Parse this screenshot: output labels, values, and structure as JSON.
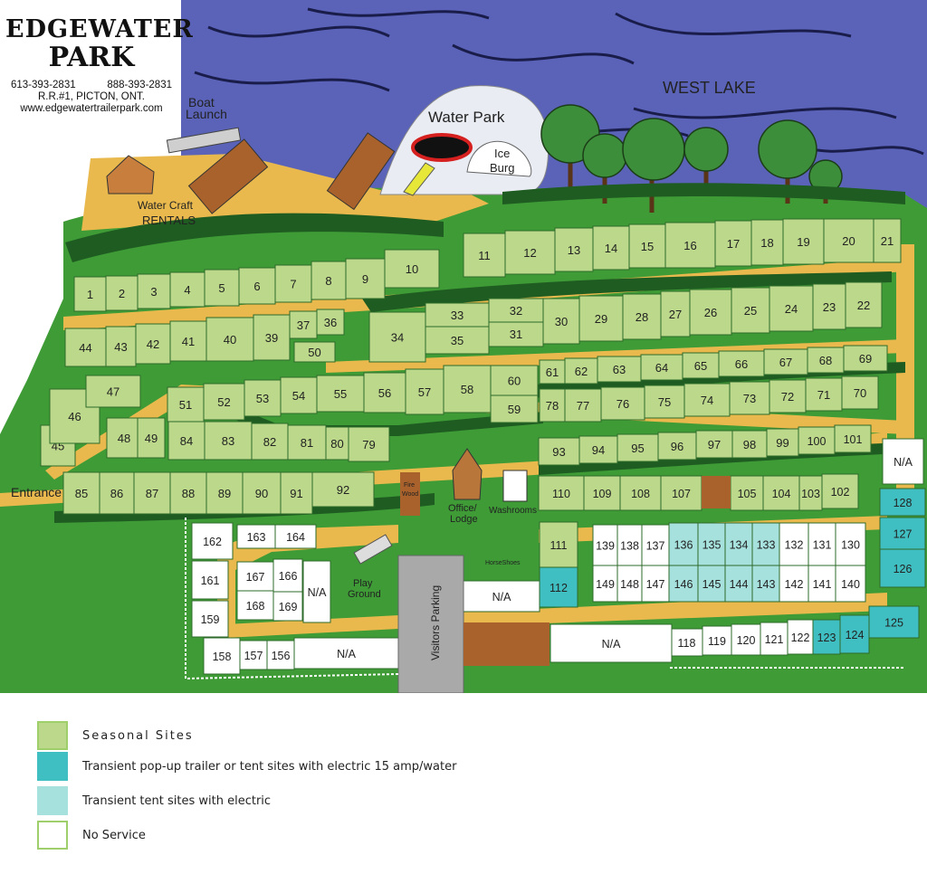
{
  "header": {
    "name_line1": "EDGEWATER",
    "name_line2": "PARK",
    "phone1": "613-393-2831",
    "phone2": "888-393-2831",
    "address": "R.R.#1, PICTON, ONT.",
    "website": "www.edgewatertrailerpark.com"
  },
  "labels": {
    "lake": "WEST LAKE",
    "water_park": "Water Park",
    "ice_burg_1": "Ice",
    "ice_burg_2": "Burg",
    "boat_launch_1": "Boat",
    "boat_launch_2": "Launch",
    "rentals_1": "Water Craft",
    "rentals_2": "RENTALS",
    "entrance": "Entrance",
    "office_1": "Office/",
    "office_2": "Lodge",
    "washrooms": "Washrooms",
    "horseshoes": "HorseShoes",
    "play_1": "Play",
    "play_2": "Ground",
    "visitors_parking": "Visitors Parking",
    "wood_1": "Fire",
    "wood_2": "Wood"
  },
  "colors": {
    "water": "#5a63b8",
    "grass": "#3e9b36",
    "path": "#e9b94e",
    "seasonal": "#bcd88a",
    "transient_electric_water": "#40bfc2",
    "transient_tent_electric": "#a6e1dd",
    "no_service": "#ffffff",
    "tree": "#1f6b25",
    "brown": "#a9622b"
  },
  "sites": [
    {
      "id": "1",
      "type": "seasonal"
    },
    {
      "id": "2",
      "type": "seasonal"
    },
    {
      "id": "3",
      "type": "seasonal"
    },
    {
      "id": "4",
      "type": "seasonal"
    },
    {
      "id": "5",
      "type": "seasonal"
    },
    {
      "id": "6",
      "type": "seasonal"
    },
    {
      "id": "7",
      "type": "seasonal"
    },
    {
      "id": "8",
      "type": "seasonal"
    },
    {
      "id": "9",
      "type": "seasonal"
    },
    {
      "id": "10",
      "type": "seasonal"
    },
    {
      "id": "11",
      "type": "seasonal"
    },
    {
      "id": "12",
      "type": "seasonal"
    },
    {
      "id": "13",
      "type": "seasonal"
    },
    {
      "id": "14",
      "type": "seasonal"
    },
    {
      "id": "15",
      "type": "seasonal"
    },
    {
      "id": "16",
      "type": "seasonal"
    },
    {
      "id": "17",
      "type": "seasonal"
    },
    {
      "id": "18",
      "type": "seasonal"
    },
    {
      "id": "19",
      "type": "seasonal"
    },
    {
      "id": "20",
      "type": "seasonal"
    },
    {
      "id": "21",
      "type": "seasonal"
    },
    {
      "id": "22",
      "type": "seasonal"
    },
    {
      "id": "23",
      "type": "seasonal"
    },
    {
      "id": "24",
      "type": "seasonal"
    },
    {
      "id": "25",
      "type": "seasonal"
    },
    {
      "id": "26",
      "type": "seasonal"
    },
    {
      "id": "27",
      "type": "seasonal"
    },
    {
      "id": "28",
      "type": "seasonal"
    },
    {
      "id": "29",
      "type": "seasonal"
    },
    {
      "id": "30",
      "type": "seasonal"
    },
    {
      "id": "31",
      "type": "seasonal"
    },
    {
      "id": "32",
      "type": "seasonal"
    },
    {
      "id": "33",
      "type": "seasonal"
    },
    {
      "id": "34",
      "type": "seasonal"
    },
    {
      "id": "35",
      "type": "seasonal"
    },
    {
      "id": "36",
      "type": "seasonal"
    },
    {
      "id": "37",
      "type": "seasonal"
    },
    {
      "id": "39",
      "type": "seasonal"
    },
    {
      "id": "40",
      "type": "seasonal"
    },
    {
      "id": "41",
      "type": "seasonal"
    },
    {
      "id": "42",
      "type": "seasonal"
    },
    {
      "id": "43",
      "type": "seasonal"
    },
    {
      "id": "44",
      "type": "seasonal"
    },
    {
      "id": "45",
      "type": "seasonal"
    },
    {
      "id": "46",
      "type": "seasonal"
    },
    {
      "id": "47",
      "type": "seasonal"
    },
    {
      "id": "48",
      "type": "seasonal"
    },
    {
      "id": "49",
      "type": "seasonal"
    },
    {
      "id": "50",
      "type": "seasonal"
    },
    {
      "id": "51",
      "type": "seasonal"
    },
    {
      "id": "52",
      "type": "seasonal"
    },
    {
      "id": "53",
      "type": "seasonal"
    },
    {
      "id": "54",
      "type": "seasonal"
    },
    {
      "id": "55",
      "type": "seasonal"
    },
    {
      "id": "56",
      "type": "seasonal"
    },
    {
      "id": "57",
      "type": "seasonal"
    },
    {
      "id": "58",
      "type": "seasonal"
    },
    {
      "id": "59",
      "type": "seasonal"
    },
    {
      "id": "60",
      "type": "seasonal"
    },
    {
      "id": "61",
      "type": "seasonal"
    },
    {
      "id": "62",
      "type": "seasonal"
    },
    {
      "id": "63",
      "type": "seasonal"
    },
    {
      "id": "64",
      "type": "seasonal"
    },
    {
      "id": "65",
      "type": "seasonal"
    },
    {
      "id": "66",
      "type": "seasonal"
    },
    {
      "id": "67",
      "type": "seasonal"
    },
    {
      "id": "68",
      "type": "seasonal"
    },
    {
      "id": "69",
      "type": "seasonal"
    },
    {
      "id": "70",
      "type": "seasonal"
    },
    {
      "id": "71",
      "type": "seasonal"
    },
    {
      "id": "72",
      "type": "seasonal"
    },
    {
      "id": "73",
      "type": "seasonal"
    },
    {
      "id": "74",
      "type": "seasonal"
    },
    {
      "id": "75",
      "type": "seasonal"
    },
    {
      "id": "76",
      "type": "seasonal"
    },
    {
      "id": "77",
      "type": "seasonal"
    },
    {
      "id": "78",
      "type": "seasonal"
    },
    {
      "id": "79",
      "type": "seasonal"
    },
    {
      "id": "80",
      "type": "seasonal"
    },
    {
      "id": "81",
      "type": "seasonal"
    },
    {
      "id": "82",
      "type": "seasonal"
    },
    {
      "id": "83",
      "type": "seasonal"
    },
    {
      "id": "84",
      "type": "seasonal"
    },
    {
      "id": "85",
      "type": "seasonal"
    },
    {
      "id": "86",
      "type": "seasonal"
    },
    {
      "id": "87",
      "type": "seasonal"
    },
    {
      "id": "88",
      "type": "seasonal"
    },
    {
      "id": "89",
      "type": "seasonal"
    },
    {
      "id": "90",
      "type": "seasonal"
    },
    {
      "id": "91",
      "type": "seasonal"
    },
    {
      "id": "92",
      "type": "seasonal"
    },
    {
      "id": "93",
      "type": "seasonal"
    },
    {
      "id": "94",
      "type": "seasonal"
    },
    {
      "id": "95",
      "type": "seasonal"
    },
    {
      "id": "96",
      "type": "seasonal"
    },
    {
      "id": "97",
      "type": "seasonal"
    },
    {
      "id": "98",
      "type": "seasonal"
    },
    {
      "id": "99",
      "type": "seasonal"
    },
    {
      "id": "100",
      "type": "seasonal"
    },
    {
      "id": "101",
      "type": "seasonal"
    },
    {
      "id": "102",
      "type": "seasonal"
    },
    {
      "id": "103",
      "type": "seasonal"
    },
    {
      "id": "104",
      "type": "seasonal"
    },
    {
      "id": "105",
      "type": "seasonal"
    },
    {
      "id": "107",
      "type": "seasonal"
    },
    {
      "id": "108",
      "type": "seasonal"
    },
    {
      "id": "109",
      "type": "seasonal"
    },
    {
      "id": "110",
      "type": "seasonal"
    },
    {
      "id": "111",
      "type": "seasonal"
    },
    {
      "id": "112",
      "type": "transient_electric_water"
    },
    {
      "id": "118",
      "type": "no_service"
    },
    {
      "id": "119",
      "type": "no_service"
    },
    {
      "id": "120",
      "type": "no_service"
    },
    {
      "id": "121",
      "type": "no_service"
    },
    {
      "id": "122",
      "type": "no_service"
    },
    {
      "id": "123",
      "type": "transient_electric_water"
    },
    {
      "id": "124",
      "type": "transient_electric_water"
    },
    {
      "id": "125",
      "type": "transient_electric_water"
    },
    {
      "id": "126",
      "type": "transient_electric_water"
    },
    {
      "id": "127",
      "type": "transient_electric_water"
    },
    {
      "id": "128",
      "type": "transient_electric_water"
    },
    {
      "id": "130",
      "type": "no_service"
    },
    {
      "id": "131",
      "type": "no_service"
    },
    {
      "id": "132",
      "type": "no_service"
    },
    {
      "id": "133",
      "type": "transient_tent_electric"
    },
    {
      "id": "134",
      "type": "transient_tent_electric"
    },
    {
      "id": "135",
      "type": "transient_tent_electric"
    },
    {
      "id": "136",
      "type": "transient_tent_electric"
    },
    {
      "id": "137",
      "type": "no_service"
    },
    {
      "id": "138",
      "type": "no_service"
    },
    {
      "id": "139",
      "type": "no_service"
    },
    {
      "id": "140",
      "type": "no_service"
    },
    {
      "id": "141",
      "type": "no_service"
    },
    {
      "id": "142",
      "type": "no_service"
    },
    {
      "id": "143",
      "type": "transient_tent_electric"
    },
    {
      "id": "144",
      "type": "transient_tent_electric"
    },
    {
      "id": "145",
      "type": "transient_tent_electric"
    },
    {
      "id": "146",
      "type": "transient_tent_electric"
    },
    {
      "id": "147",
      "type": "no_service"
    },
    {
      "id": "148",
      "type": "no_service"
    },
    {
      "id": "149",
      "type": "no_service"
    },
    {
      "id": "156",
      "type": "no_service"
    },
    {
      "id": "157",
      "type": "no_service"
    },
    {
      "id": "158",
      "type": "no_service"
    },
    {
      "id": "159",
      "type": "no_service"
    },
    {
      "id": "161",
      "type": "no_service"
    },
    {
      "id": "162",
      "type": "no_service"
    },
    {
      "id": "163",
      "type": "no_service"
    },
    {
      "id": "164",
      "type": "no_service"
    },
    {
      "id": "166",
      "type": "no_service"
    },
    {
      "id": "167",
      "type": "no_service"
    },
    {
      "id": "168",
      "type": "no_service"
    },
    {
      "id": "169",
      "type": "no_service"
    },
    {
      "id": "N/A",
      "type": "no_service"
    }
  ],
  "legend": [
    {
      "label": "Seasonal  Sites",
      "color": "#bcd88a"
    },
    {
      "label": "Transient pop-up trailer or tent sites with electric 15 amp/water",
      "color": "#40bfc2"
    },
    {
      "label": "Transient tent sites with electric",
      "color": "#a6e1dd"
    },
    {
      "label": "No Service",
      "color": "#ffffff"
    }
  ]
}
